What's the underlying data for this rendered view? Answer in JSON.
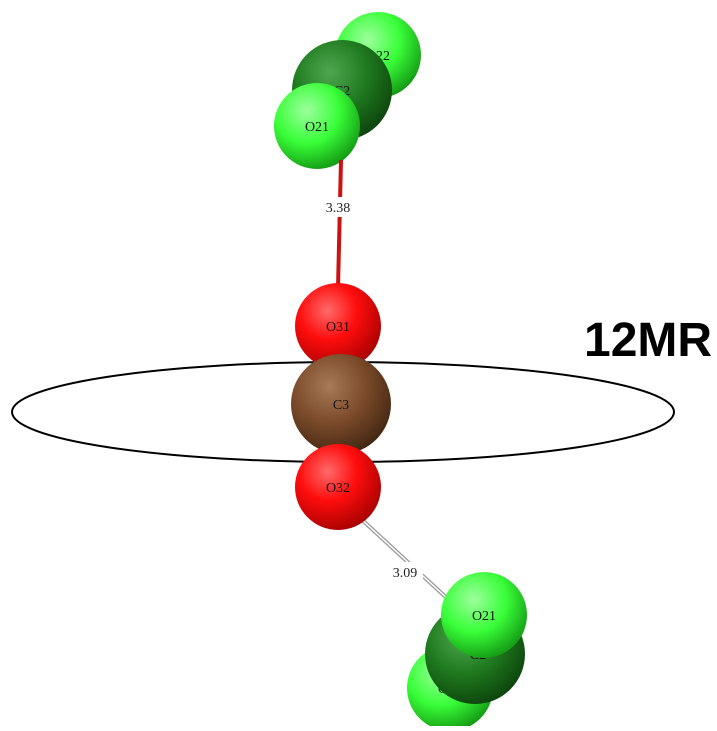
{
  "ring_label": "12MR",
  "distances": {
    "upper": "3.38",
    "lower": "3.09"
  },
  "atoms": {
    "top_o22": "O22",
    "top_c2": "C2",
    "top_o21": "O21",
    "o31": "O31",
    "c3": "C3",
    "o32": "O32",
    "bottom_o21": "O21",
    "bottom_c2": "C2",
    "bottom_o22": "O22"
  },
  "colors": {
    "oxygen_co3": "#ff0000",
    "carbon_co3": "#7a4a2a",
    "oxygen_co2": "#33ff33",
    "carbon_co2": "#1f7a1f",
    "upper_bond": "#cc1111",
    "lower_bond": "#aaaaaa",
    "ring": "#000000"
  }
}
